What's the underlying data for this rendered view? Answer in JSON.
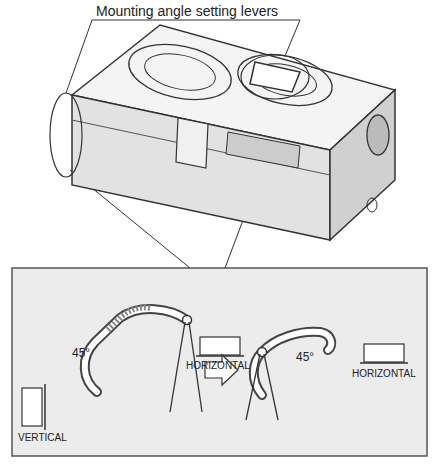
{
  "diagram": {
    "labels": [
      "Mounting angle setting levers",
      "45°",
      "HORIZONTAL",
      "VERTICAL",
      "45°",
      "HORIZONTAL"
    ]
  }
}
